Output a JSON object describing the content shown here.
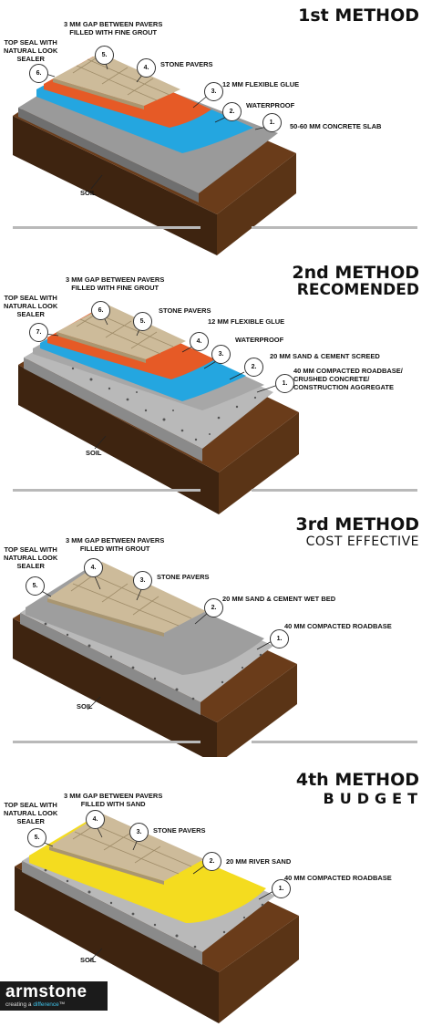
{
  "colors": {
    "soil_dark": "#3e2410",
    "soil": "#6a3c1a",
    "soil_top": "#8b5a2b",
    "concrete": "#9a9a9a",
    "waterproof": "#24a6e0",
    "glue": "#e65a26",
    "paver": "#cdbb9a",
    "sand": "#f4dc1f",
    "gravel": "#b9b9b9",
    "screed": "#a7a7a7"
  },
  "method1": {
    "title": "1st METHOD",
    "labels": {
      "gap": "3 MM GAP BETWEEN PAVERS\nFILLED WITH FINE GROUT",
      "seal": "TOP SEAL WITH\nNATURAL LOOK\nSEALER",
      "pavers": "STONE PAVERS",
      "glue": "12 MM FLEXIBLE GLUE",
      "waterproof": "WATERPROOF",
      "slab": "50-60 MM CONCRETE SLAB",
      "soil": "SOIL"
    },
    "numbers": [
      "1.",
      "2.",
      "3.",
      "4.",
      "5.",
      "6."
    ]
  },
  "method2": {
    "title_line1": "2nd METHOD",
    "title_line2": "RECOMENDED",
    "labels": {
      "gap": "3 MM GAP BETWEEN PAVERS\nFILLED WITH FINE GROUT",
      "seal": "TOP SEAL WITH\nNATURAL LOOK\nSEALER",
      "pavers": "STONE PAVERS",
      "glue": "12 MM FLEXIBLE GLUE",
      "waterproof": "WATERPROOF",
      "screed": "20 MM SAND & CEMENT SCREED",
      "roadbase": "40 MM COMPACTED ROADBASE/\nCRUSHED CONCRETE/\nCONSTRUCTION AGGREGATE",
      "soil": "SOIL"
    },
    "numbers": [
      "1.",
      "2.",
      "3.",
      "4.",
      "5.",
      "6.",
      "7."
    ]
  },
  "method3": {
    "title_line1": "3rd METHOD",
    "title_line2": "COST EFFECTIVE",
    "labels": {
      "gap": "3 MM GAP BETWEEN PAVERS\nFILLED WITH GROUT",
      "seal": "TOP SEAL WITH\nNATURAL LOOK\nSEALER",
      "pavers": "STONE PAVERS",
      "bed": "20 MM SAND & CEMENT WET BED",
      "roadbase": "40 MM COMPACTED ROADBASE",
      "soil": "SOIL"
    },
    "numbers": [
      "1.",
      "2.",
      "3.",
      "4.",
      "5."
    ]
  },
  "method4": {
    "title_line1": "4th METHOD",
    "title_line2": "BUDGET",
    "labels": {
      "gap": "3 MM GAP BETWEEN PAVERS\nFILLED WITH SAND",
      "seal": "TOP SEAL WITH\nNATURAL LOOK\nSEALER",
      "pavers": "STONE PAVERS",
      "sand": "20 MM RIVER SAND",
      "roadbase": "40 MM COMPACTED ROADBASE",
      "soil": "SOIL"
    },
    "numbers": [
      "1.",
      "2.",
      "3.",
      "4.",
      "5."
    ]
  },
  "logo": {
    "brand": "armstone",
    "tag_prefix": "creating a ",
    "tag_word": "difference",
    "tag_mark": "™"
  }
}
